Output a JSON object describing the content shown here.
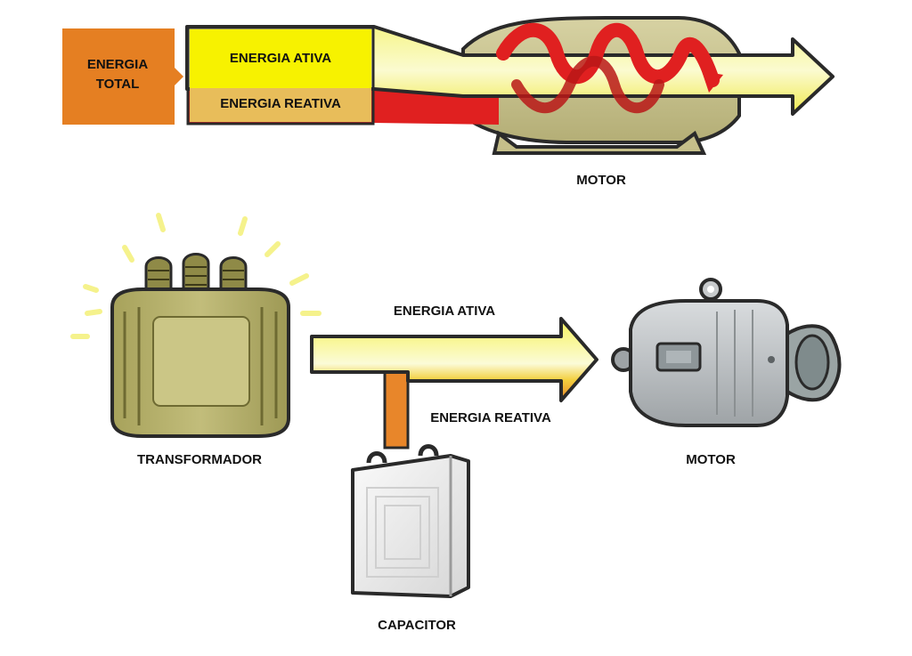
{
  "top_diagram": {
    "total_energy_label": "ENERGIA\nTOTAL",
    "active_energy_label": "ENERGIA ATIVA",
    "reactive_energy_label": "ENERGIA REATIVA",
    "motor_label": "MOTOR"
  },
  "bottom_diagram": {
    "transformer_label": "TRANSFORMADOR",
    "active_energy_label": "ENERGIA ATIVA",
    "reactive_energy_label": "ENERGIA REATIVA",
    "motor_label": "MOTOR",
    "capacitor_label": "CAPACITOR"
  },
  "colors": {
    "total_energy_box": "#e57f22",
    "active_energy": "#f7f200",
    "reactive_energy_top": "#e8bd5a",
    "reactive_red": "#e02020",
    "motor_body_top": "#c9c38a",
    "transformer_body": "#b5b06a",
    "reactive_orange": "#e8862a",
    "motor_metal": "#b9bdc0",
    "capacitor_body": "#eeeeee",
    "outline": "#2a2a2a"
  }
}
